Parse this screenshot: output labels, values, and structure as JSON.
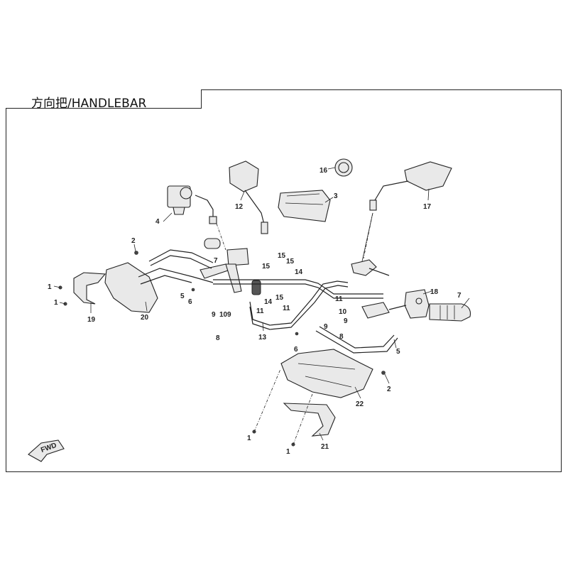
{
  "title": "方向把/HANDLEBAR",
  "fwd_label": "FWD",
  "colors": {
    "line": "#222222",
    "fill": "#e9e9e9",
    "frame": "#222222"
  },
  "callouts": [
    "1",
    "1",
    "1",
    "1",
    "2",
    "2",
    "3",
    "4",
    "5",
    "5",
    "6",
    "6",
    "7",
    "7",
    "8",
    "8",
    "9",
    "9",
    "9",
    "9",
    "10",
    "10",
    "11",
    "11",
    "11",
    "12",
    "13",
    "14",
    "14",
    "15",
    "15",
    "15",
    "15",
    "16",
    "17",
    "18",
    "19",
    "20",
    "21",
    "22"
  ]
}
